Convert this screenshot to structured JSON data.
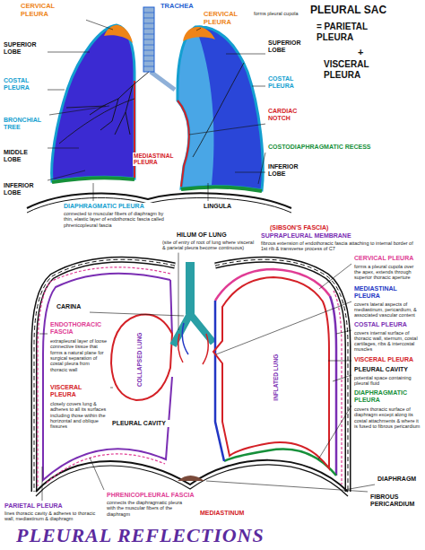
{
  "diagram": {
    "title": "PLEURAL REFLECTIONS",
    "labels": [
      "CERVICAL PLEURA",
      "TRACHEA",
      "CERVICAL PLEURA",
      "forms pleural cupola",
      "PLEURAL SAC",
      "= PARIETAL PLEURA",
      "+",
      "VISCERAL PLEURA",
      "SUPERIOR LOBE",
      "SUPERIOR LOBE",
      "COSTAL PLEURA",
      "COSTAL PLEURA",
      "BRONCHIAL TREE",
      "CARDIAC NOTCH",
      "MIDDLE LOBE",
      "COSTODIAPHRAGMATIC RECESS",
      "MEDIASTINAL PLEURA",
      "LINGULA",
      "INFERIOR LOBE",
      "INFERIOR LOBE",
      "DIAPHRAGMATIC PLEURA",
      "connected to muscular fibers of diaphragm by thin, elastic layer of endothoracic fascia called phrenicopleural fascia",
      "(SIBSON'S FASCIA)",
      "SUPRAPLEURAL MEMBRANE",
      "fibrous extension of endothoracic fascia attaching to internal border of 1st rib & transverse process of C7",
      "HILUM OF LUNG",
      "(site of entry of root of lung where visceral & parietal pleura become continuous)",
      "CARINA",
      "ENDOTHORACIC FASCIA",
      "extrapleural layer of loose connective tissue that forms a natural plane for surgical separation of costal pleura from thoracic wall",
      "VISCERAL PLEURA",
      "closely covers lung & adheres to all its surfaces including those within the horizontal and oblique fissures",
      "PLEURAL CAVITY",
      "PARIETAL PLEURA",
      "lines thoracic cavity & adheres to thoracic wall, mediastinum & diaphragm",
      "PHRENICOPLEURAL FASCIA",
      "connects the diaphragmatic pleura with the muscular fibers of the diaphragm",
      "MEDIASTINUM",
      "CERVICAL PLEURA",
      "forms a pleural cupola over the apex, extends through superior thoracic aperture",
      "MEDIASTINAL PLEURA",
      "covers lateral aspects of mediastinum, pericardium, & associated vascular content",
      "COSTAL PLEURA",
      "covers internal surface of thoracic wall, sternum, costal cartilages, ribs & intercostal muscles",
      "VISCERAL PLEURA",
      "PLEURAL CAVITY",
      "potential space containing pleural fluid",
      "DIAPHRAGMATIC PLEURA",
      "covers thoracic surface of diaphragm except along its costal attachments & where it is fused to fibrous pericardium",
      "DIAPHRAGM",
      "FIBROUS PERICARDIUM",
      "COLLAPSED LUNG",
      "INFLATED LUNG"
    ]
  }
}
